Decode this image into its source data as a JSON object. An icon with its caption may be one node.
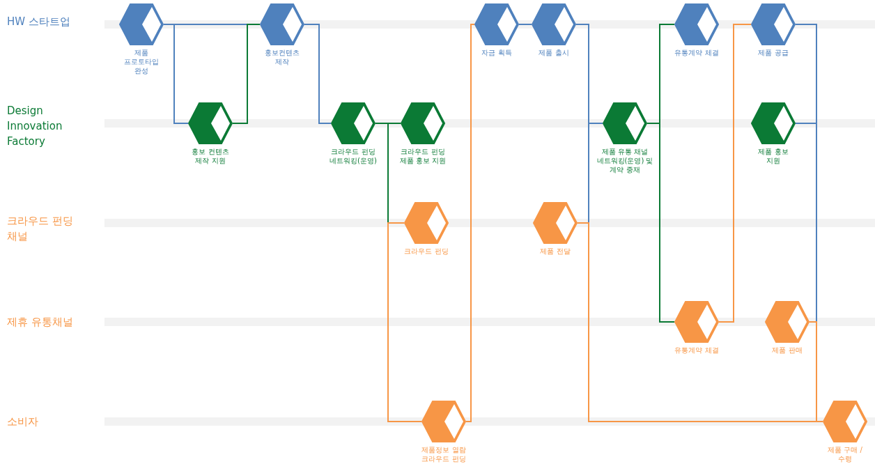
{
  "diagram": {
    "nodes": [
      {
        "text": [
          "제품 프로토타입 완성"
        ]
      },
      {
        "text": [
          "홍보 컨텐츠 제작 지원"
        ]
      },
      {
        "text": [
          "홍보컨텐츠 제작"
        ]
      },
      {
        "text": [
          "크라우드 펀딩 네트워킹(운영)"
        ]
      },
      {
        "text": [
          "크라우드 펀딩 제품 홍보 지원"
        ]
      },
      {
        "text": [
          "크라우드 펀딩"
        ]
      },
      {
        "text": [
          "제품정보 열람 크라우드 펀딩"
        ]
      },
      {
        "text": [
          "자금 획득"
        ]
      },
      {
        "text": [
          "제품 출시"
        ]
      },
      {
        "text": [
          "제품 전달"
        ]
      },
      {
        "text": [
          "제품 유통 채널 네트워킹(운영) 및 계약 중재"
        ]
      },
      {
        "text": [
          "유통계약 체결"
        ]
      },
      {
        "text": [
          "유통계약 체결"
        ]
      },
      {
        "text": [
          "제품 공급"
        ]
      },
      {
        "text": [
          "제품 홍보 지원"
        ]
      },
      {
        "text": [
          "제품 판매"
        ]
      },
      {
        "text": [
          "제품 구매 /수령"
        ]
      }
    ],
    "edges": [
      {
        "from": 0,
        "to": 1,
        "arrow": "none"
      },
      {
        "from": 0,
        "to": 2,
        "arrow": "none"
      },
      {
        "from": 1,
        "to": 2,
        "arrow": "none",
        "color": "#0b7a35"
      },
      {
        "from": 2,
        "to": 3,
        "arrow": "none"
      },
      {
        "from": 3,
        "to": 4,
        "arrow": "none",
        "color": "#0b7a35"
      },
      {
        "from": 3,
        "to": 5,
        "arrow": "none",
        "color": "#0b7a35"
      },
      {
        "from": 5,
        "to": 6,
        "arrow": "none",
        "color": "#f79646"
      },
      {
        "from": 6,
        "to": 7,
        "arrow": "none",
        "color": "#f79646"
      },
      {
        "from": 7,
        "to": 8,
        "arrow": "none"
      },
      {
        "from": 8,
        "to": 10,
        "arrow": "none"
      },
      {
        "from": 8,
        "to": 9,
        "arrow": "none"
      },
      {
        "from": 9,
        "to": 16,
        "arrow": "none",
        "color": "#f79646"
      },
      {
        "from": 10,
        "to": 11,
        "arrow": "none",
        "color": "#0b7a35"
      },
      {
        "from": 10,
        "to": 12,
        "arrow": "none",
        "color": "#0b7a35"
      },
      {
        "from": 12,
        "to": 13,
        "arrow": "none",
        "color": "#f79646"
      },
      {
        "from": 13,
        "to": 14,
        "arrow": "none"
      },
      {
        "from": 13,
        "to": 15,
        "arrow": "none"
      },
      {
        "from": 15,
        "to": 16,
        "arrow": "none",
        "color": "#f79646"
      }
    ],
    "labels": [
      "HW 스타트업",
      "Design Innovation Factory",
      "크라우드 펀딩 채널",
      "제휴 유통채널",
      "소비자"
    ]
  }
}
